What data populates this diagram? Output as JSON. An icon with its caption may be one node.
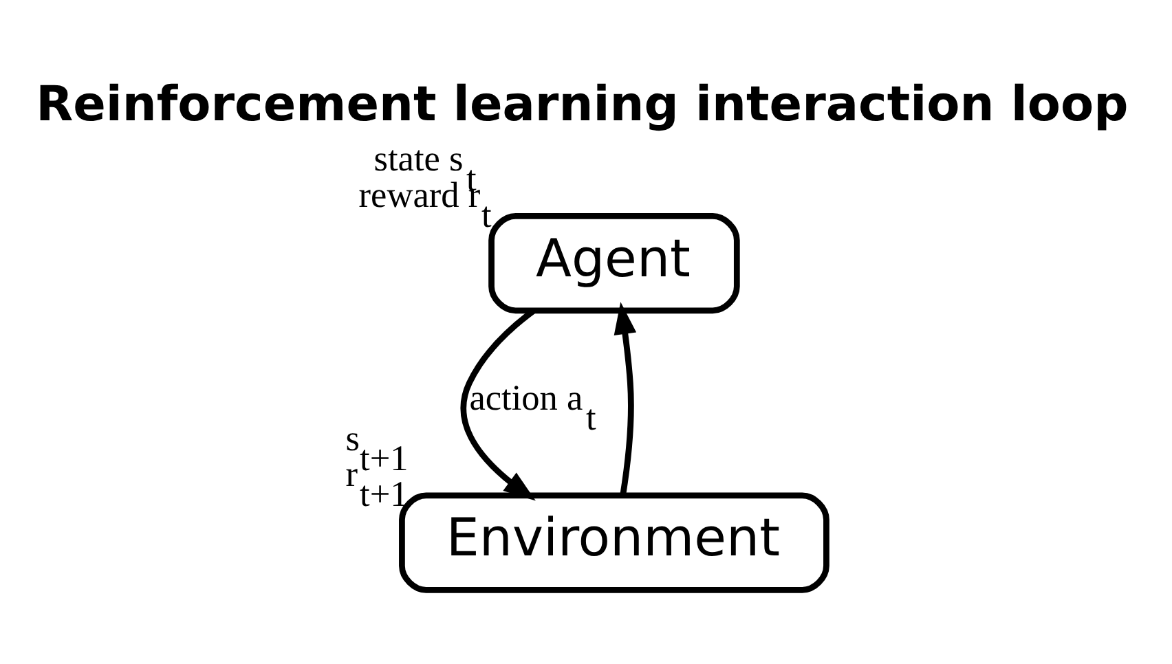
{
  "diagram": {
    "title": "Reinforcement learning interaction loop",
    "nodes": [
      {
        "text": [
          "Agent"
        ],
        "beside": [
          "state s$_{t}$",
          "reward r$_{t}$"
        ]
      },
      {
        "text": [
          "Environment"
        ],
        "beside": [
          "s$_{t+1}$",
          "r$_{t+1}$"
        ]
      }
    ],
    "edges": [
      {
        "from": 0,
        "to": 1,
        "arrow": "to",
        "label": "action a$_{t}$"
      },
      {
        "from": 1,
        "to": 0,
        "arrow": "to"
      }
    ]
  }
}
